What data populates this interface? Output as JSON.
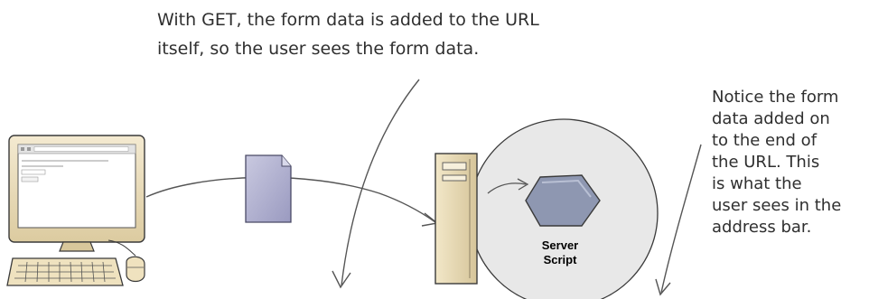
{
  "notes": {
    "top": {
      "line1": "With GET, the form data is added to the URL",
      "line2": "itself, so the user sees the form data."
    },
    "side": {
      "lines": [
        "Notice the form",
        "data added on",
        "to the end of",
        "the URL. This",
        "is what the",
        "user sees in the",
        "address bar."
      ]
    }
  },
  "server": {
    "label_line1": "Server",
    "label_line2": "Script"
  },
  "icons": {
    "computer": "desktop-computer-icon",
    "request": "document-icon",
    "server": "server-tower-icon",
    "script": "hexagon-script-icon"
  },
  "colors": {
    "ink": "#2f2f2f",
    "monitor_body": "#efe2bf",
    "document": "#a9a9c9",
    "script": "#8e97b1",
    "server_bubble": "#e8e8e8"
  }
}
